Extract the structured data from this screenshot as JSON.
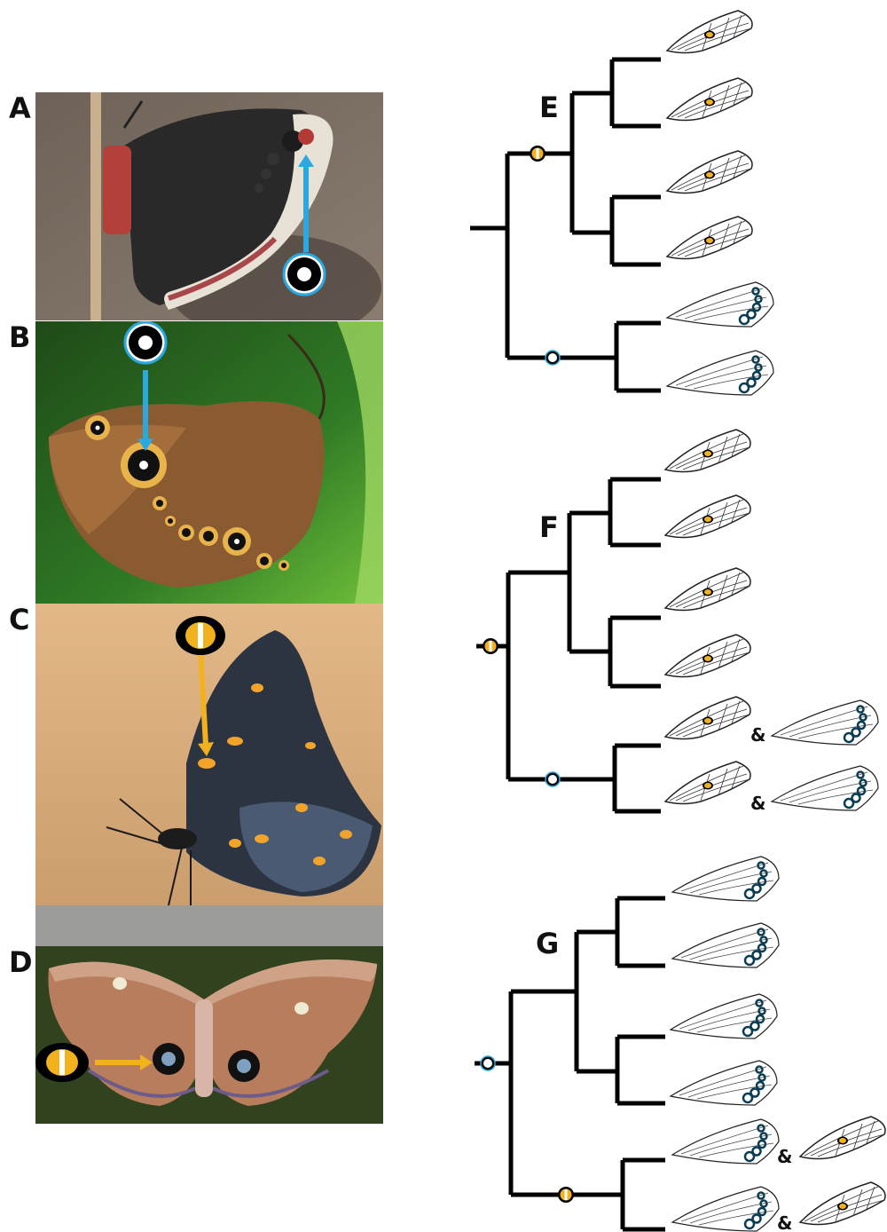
{
  "panels": {
    "A": {
      "letter": "A",
      "subject": "moth with forewing-tip eyespot",
      "marker": "white-center"
    },
    "B": {
      "letter": "B",
      "subject": "satyrine butterfly with ventral eyespots",
      "marker": "white-center"
    },
    "C": {
      "letter": "C",
      "subject": "admiral butterfly with orange spots",
      "marker": "yellow-bar"
    },
    "D": {
      "letter": "D",
      "subject": "polyphemus moth with hindwing eyespots",
      "marker": "yellow-bar"
    }
  },
  "trees": {
    "E": {
      "label": "E"
    },
    "F": {
      "label": "F",
      "pair_separator": "&"
    },
    "G": {
      "label": "G",
      "pair_separator": "&"
    }
  },
  "colors": {
    "white_center_ring": "#2aa8df",
    "yellow_center": "#f2b21e",
    "branch": "#000000"
  }
}
